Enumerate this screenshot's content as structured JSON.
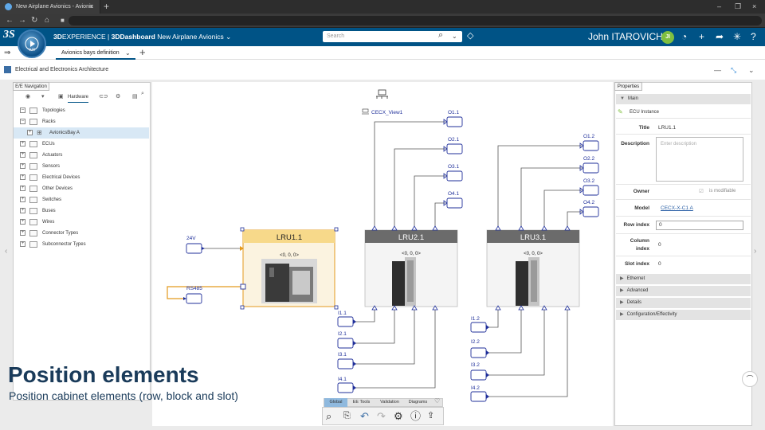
{
  "browser": {
    "tab_title": "New Airplane Avionics - Avionic",
    "close": "×",
    "new_tab": "+",
    "minimize": "–",
    "restore": "❐",
    "close_window": "×"
  },
  "header": {
    "logo": "3S",
    "compass_label": "V.R",
    "brand_strong": "3D",
    "brand_rest": "EXPERIENCE | ",
    "app": "3DDashboard",
    "dashboard": "New Airplane Avionics",
    "search_placeholder": "Search",
    "user": "John ITAROVICH",
    "avatar_initials": "JI"
  },
  "tabs": {
    "active": "Avionics bays definition"
  },
  "widget": {
    "title": "Electrical and Electronics Architecture"
  },
  "nav": {
    "tab": "E/E Navigation",
    "filter": "Hardware",
    "tree": [
      {
        "label": "Topologies",
        "toggle": "–",
        "indent": 0,
        "kind": "folder"
      },
      {
        "label": "Racks",
        "toggle": "–",
        "indent": 0,
        "kind": "folder"
      },
      {
        "label": "AvionicsBay A",
        "toggle": "+",
        "indent": 1,
        "kind": "rack",
        "selected": true
      },
      {
        "label": "ECUs",
        "toggle": "+",
        "indent": 0,
        "kind": "folder"
      },
      {
        "label": "Actuators",
        "toggle": "+",
        "indent": 0,
        "kind": "folder"
      },
      {
        "label": "Sensors",
        "toggle": "+",
        "indent": 0,
        "kind": "folder"
      },
      {
        "label": "Electrical Devices",
        "toggle": "+",
        "indent": 0,
        "kind": "folder"
      },
      {
        "label": "Other Devices",
        "toggle": "+",
        "indent": 0,
        "kind": "folder"
      },
      {
        "label": "Switches",
        "toggle": "+",
        "indent": 0,
        "kind": "folder"
      },
      {
        "label": "Buses",
        "toggle": "+",
        "indent": 0,
        "kind": "folder"
      },
      {
        "label": "Wires",
        "toggle": "+",
        "indent": 0,
        "kind": "folder"
      },
      {
        "label": "Connector Types",
        "toggle": "+",
        "indent": 0,
        "kind": "folder"
      },
      {
        "label": "Subconnector Types",
        "toggle": "+",
        "indent": 0,
        "kind": "folder"
      }
    ]
  },
  "diagram": {
    "view_name": "CECX_View1",
    "lrus": [
      {
        "name": "LRU1.1",
        "coords": "<0, 0, 0>",
        "selected": true
      },
      {
        "name": "LRU2.1",
        "coords": "<0, 0, 0>",
        "selected": false
      },
      {
        "name": "LRU3.1",
        "coords": "<0, 0, 0>",
        "selected": false
      }
    ],
    "ports_left": [
      "24V",
      "RS485"
    ],
    "outputs_lru2": [
      "O1.1",
      "O2.1",
      "O3.1",
      "O4.1"
    ],
    "outputs_lru3": [
      "O1.2",
      "O2.2",
      "O3.2",
      "O4.2"
    ],
    "inputs_lru2": [
      "I1.1",
      "I2.1",
      "I3.1",
      "I4.1"
    ],
    "inputs_lru3": [
      "I1.2",
      "I2.2",
      "I3.2",
      "I4.2"
    ]
  },
  "toolbar": {
    "tabs": [
      "Global",
      "EE Tools",
      "Validation",
      "Diagrams"
    ],
    "icons": [
      "magnifier-icon",
      "export-icon",
      "undo-icon",
      "redo-icon",
      "settings-icon",
      "info-icon",
      "share-icon"
    ]
  },
  "properties": {
    "tab": "Properties",
    "main": "Main",
    "type": "ECU Instance",
    "title_label": "Title",
    "title_value": "LRU1.1",
    "description_label": "Description",
    "description_placeholder": "Enter description",
    "owner_label": "Owner",
    "modifiable": "is modifiable",
    "model_label": "Model",
    "model_value": "CECX-X-C1 A",
    "row_label": "Row index",
    "row_value": "0",
    "column_label": "Column index",
    "column_value": "0",
    "slot_label": "Slot index",
    "slot_value": "0",
    "sections": [
      "Ethernet",
      "Advanced",
      "Details",
      "Configuration/Effectivity"
    ]
  },
  "overlay": {
    "title": "Position elements",
    "subtitle": "Position cabinet elements (row, block and slot)"
  },
  "colors": {
    "brand_blue": "#005386",
    "port_stroke": "#1f2f9a",
    "selected_header": "#f7d98a",
    "selected_line": "#e39a1e",
    "unselected_header": "#6b6b6b",
    "wire": "#555555"
  }
}
